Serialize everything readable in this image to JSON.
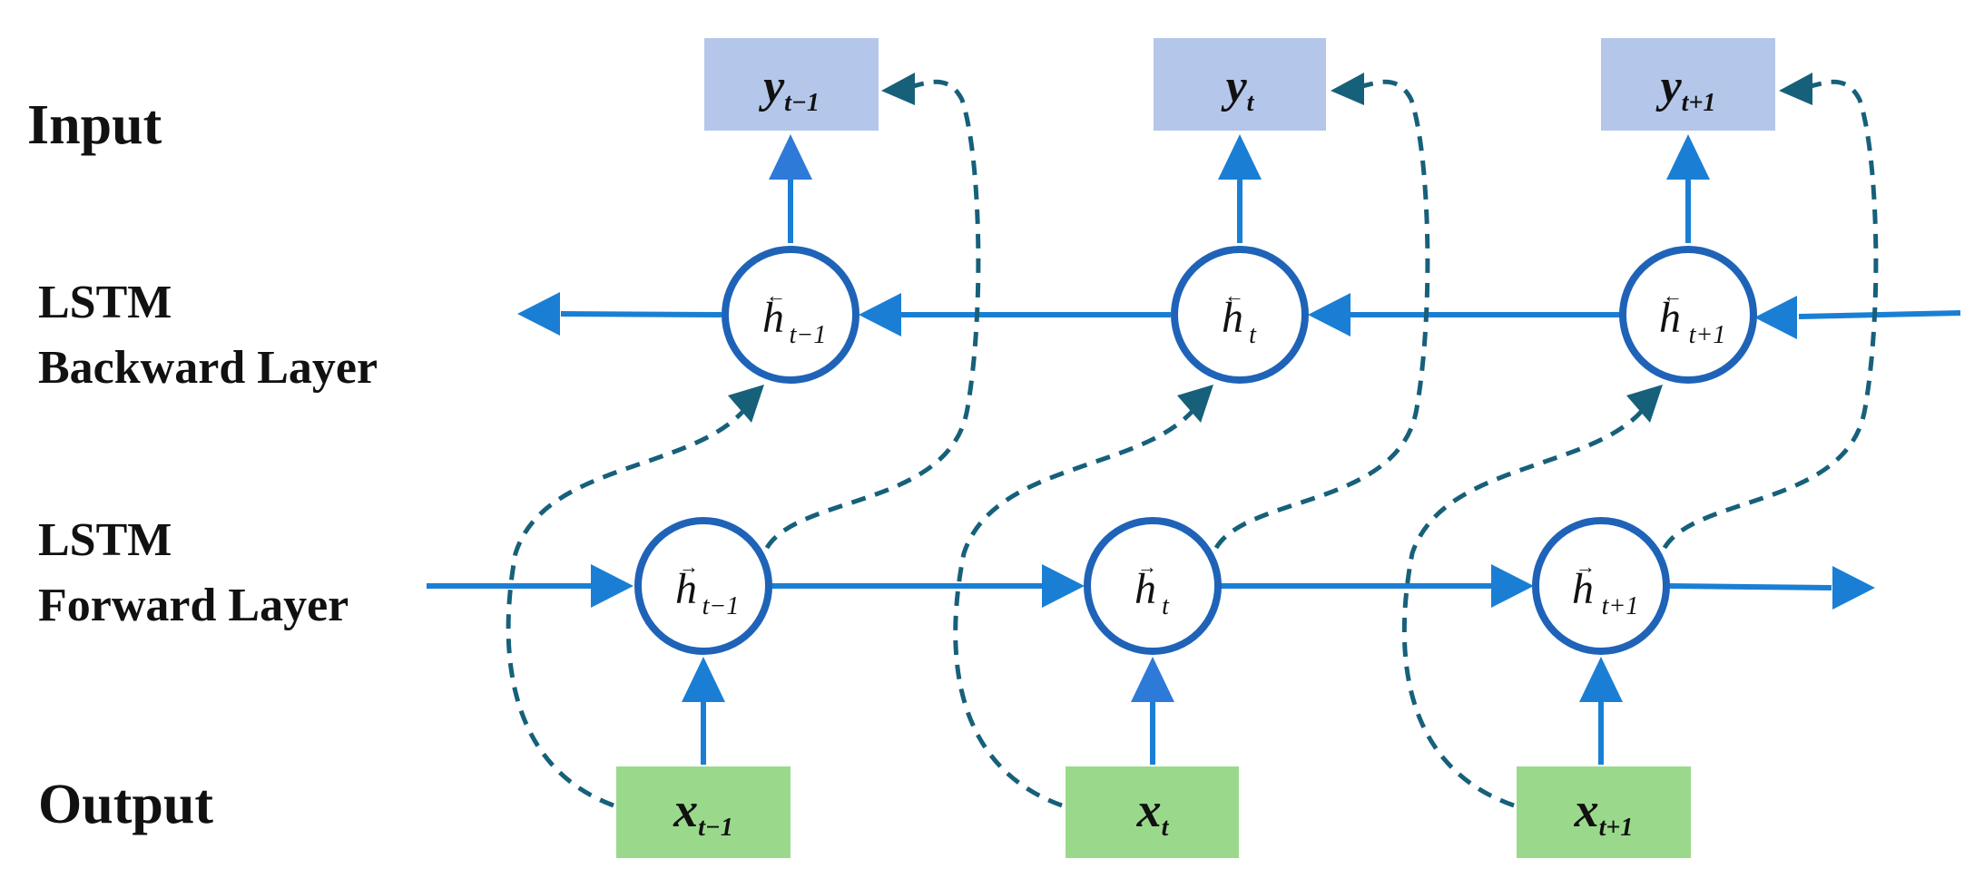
{
  "labels": {
    "input": "Input",
    "backward_1": "LSTM",
    "backward_2": "Backward Layer",
    "forward_1": "LSTM",
    "forward_2": "Forward Layer",
    "output": "Output"
  },
  "outputs": [
    {
      "base": "y",
      "sub": "t−1"
    },
    {
      "base": "y",
      "sub": "t"
    },
    {
      "base": "y",
      "sub": "t+1"
    }
  ],
  "inputs": [
    {
      "base": "x",
      "sub": "t−1"
    },
    {
      "base": "x",
      "sub": "t"
    },
    {
      "base": "x",
      "sub": "t+1"
    }
  ],
  "backward_nodes": [
    {
      "base": "h",
      "arrow": "←",
      "sub": "t−1"
    },
    {
      "base": "h",
      "arrow": "←",
      "sub": "t"
    },
    {
      "base": "h",
      "arrow": "←",
      "sub": "t+1"
    }
  ],
  "forward_nodes": [
    {
      "base": "h",
      "arrow": "→",
      "sub": "t−1"
    },
    {
      "base": "h",
      "arrow": "→",
      "sub": "t"
    },
    {
      "base": "h",
      "arrow": "→",
      "sub": "t+1"
    }
  ],
  "colors": {
    "flow": "#1a7fd4",
    "node_stroke": "#1f63b8",
    "dashed": "#16607a",
    "output_box": "#b4c7ea",
    "input_box": "#9ad98c",
    "text": "#111111"
  }
}
